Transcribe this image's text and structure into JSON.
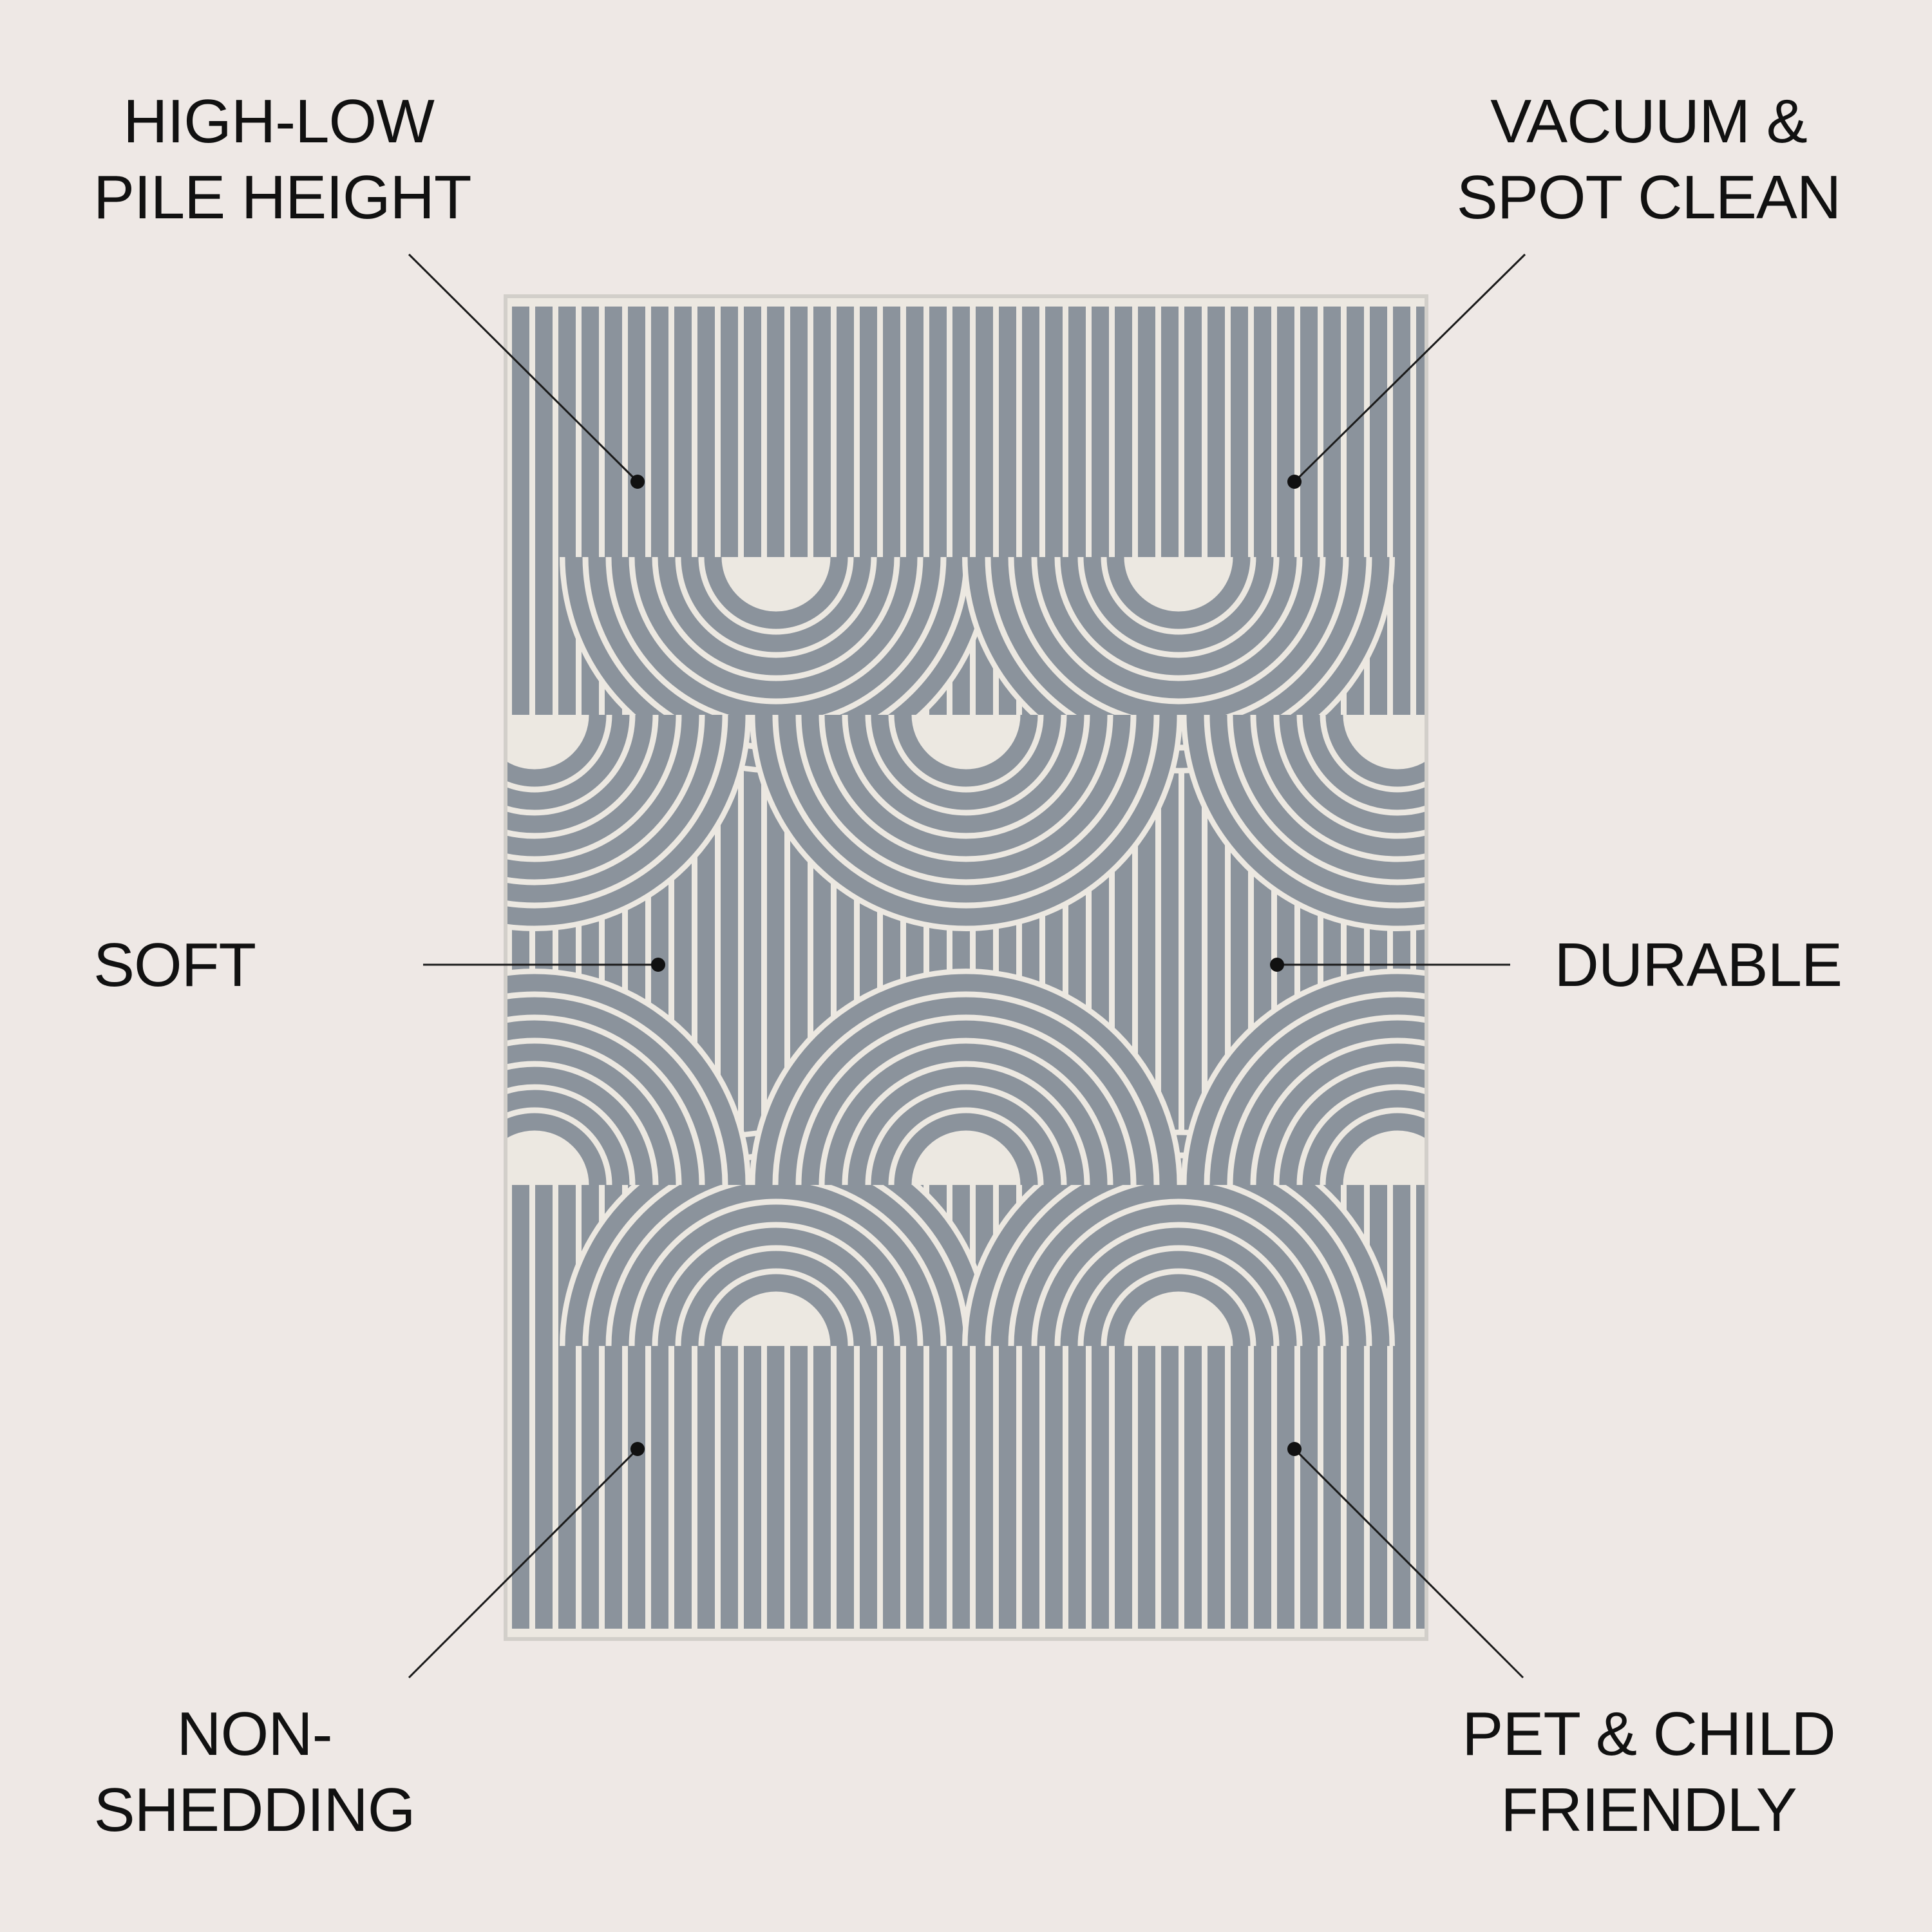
{
  "colors": {
    "background": "#eee8e5",
    "rug_gray": "#8b939c",
    "rug_cream": "#ece8e1",
    "text": "#111111",
    "callout_line": "#1a1a1a"
  },
  "product": {
    "type": "rug",
    "pattern": "concentric arches"
  },
  "features": {
    "pile_height": {
      "line1": "HIGH-LOW",
      "line2": "PILE HEIGHT",
      "icon": "callout-dot"
    },
    "vacuum": {
      "line1": "VACUUM &",
      "line2": "SPOT CLEAN",
      "icon": "callout-dot"
    },
    "soft": {
      "line1": "SOFT",
      "icon": "callout-dot"
    },
    "durable": {
      "line1": "DURABLE",
      "icon": "callout-dot"
    },
    "non_shedding": {
      "line1": "NON-",
      "line2": "SHEDDING",
      "icon": "callout-dot"
    },
    "pet_child": {
      "line1": "PET & CHILD",
      "line2": "FRIENDLY",
      "icon": "callout-dot"
    }
  }
}
